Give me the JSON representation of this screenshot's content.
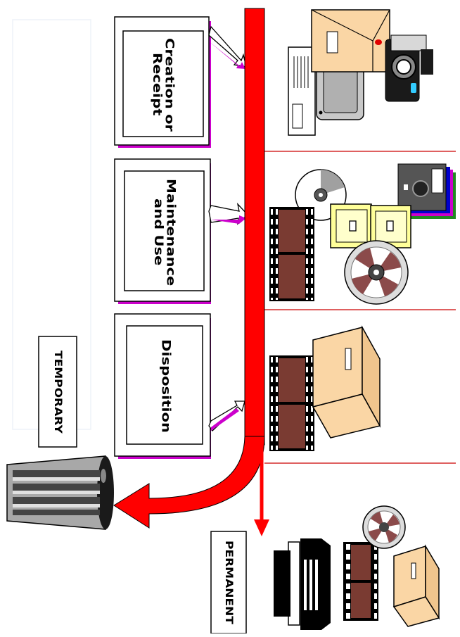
{
  "stages": [
    {
      "label": "Creation or\nReceipt"
    },
    {
      "label": "Maintenance\nand Use"
    },
    {
      "label": "Disposition"
    }
  ],
  "outcomes": {
    "temporary": "TEMPORARY",
    "permanent": "PERMANENT"
  },
  "colors": {
    "lifecycle_arrow": "#ff0000",
    "stage_box_shadow": "#cc00cc",
    "manila": "#fad6a5",
    "film": "#7a3b32",
    "screen": "#c0c0c0"
  },
  "icons": [
    "envelope-icon",
    "computer-icon",
    "camera-icon",
    "cd-icon",
    "floppy-disk-icon",
    "microfiche-icon",
    "tape-reel-icon",
    "film-strip-icon",
    "records-box-icon",
    "trash-can-icon",
    "archives-building-icon"
  ]
}
